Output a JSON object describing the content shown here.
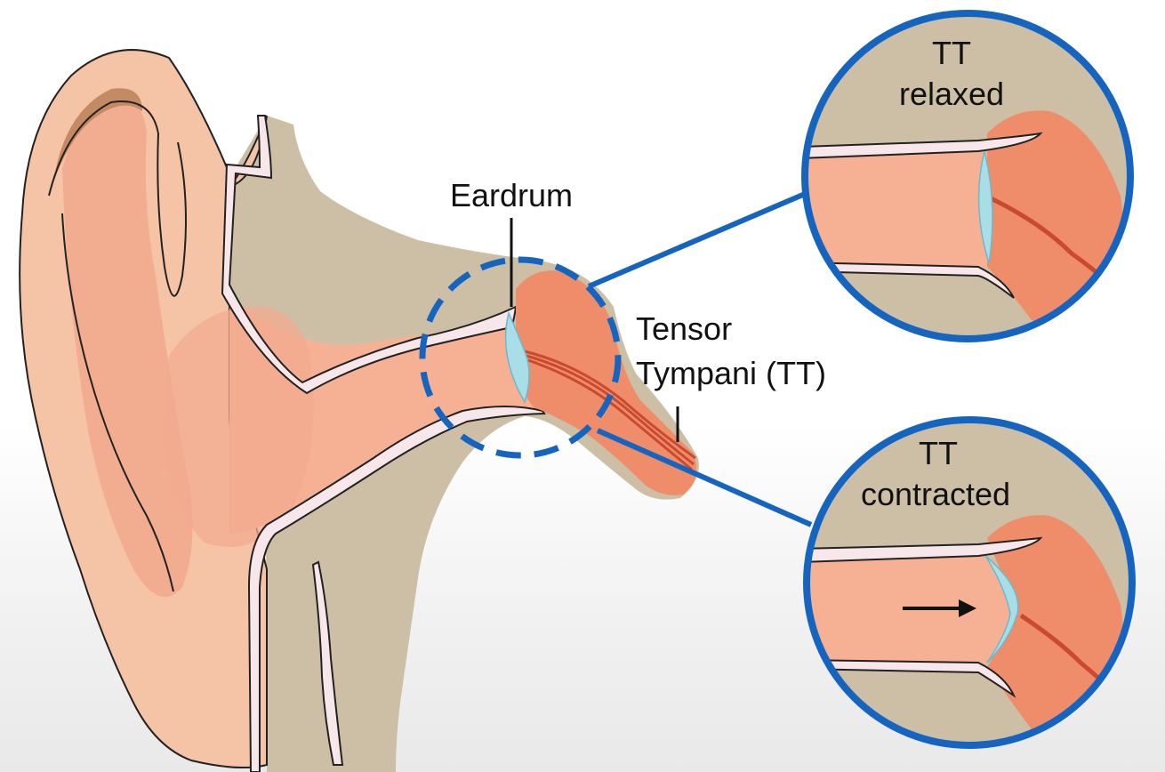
{
  "labels": {
    "eardrum": "Eardrum",
    "tensor_line1": "Tensor",
    "tensor_line2": "Tympani (TT)",
    "relaxed_line1": "TT",
    "relaxed_line2": "relaxed",
    "contracted_line1": "TT",
    "contracted_line2": "contracted"
  },
  "colors": {
    "skin": "#f5c3a6",
    "skin_shadow": "#f2ab8f",
    "canal": "#f6b093",
    "bone": "#cdbfa6",
    "middle_ear": "#ef8d6b",
    "muscle": "#c94a2e",
    "eardrum": "#a9dde8",
    "canal_wall": "#f7e6ea",
    "accent_blue": "#1565c0",
    "outline": "#222222"
  }
}
